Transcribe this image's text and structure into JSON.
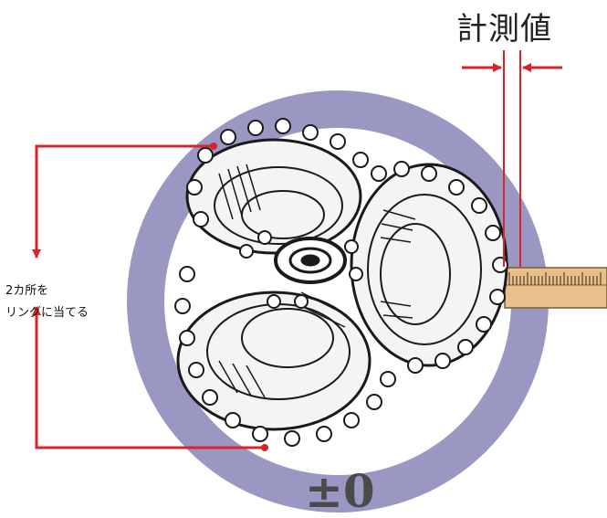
{
  "labels": {
    "measured_value": "計測値",
    "instruction_line1": "2カ所を",
    "instruction_line2": "リングに当てる",
    "tolerance": "±0"
  },
  "colors": {
    "ring": "#9a98c2",
    "arrow": "#d8232a",
    "ruler": "#e8c08c"
  },
  "icons": [
    "ring-gauge-icon",
    "drill-bit-cutters-icon",
    "ruler-icon",
    "contact-point-icon"
  ]
}
